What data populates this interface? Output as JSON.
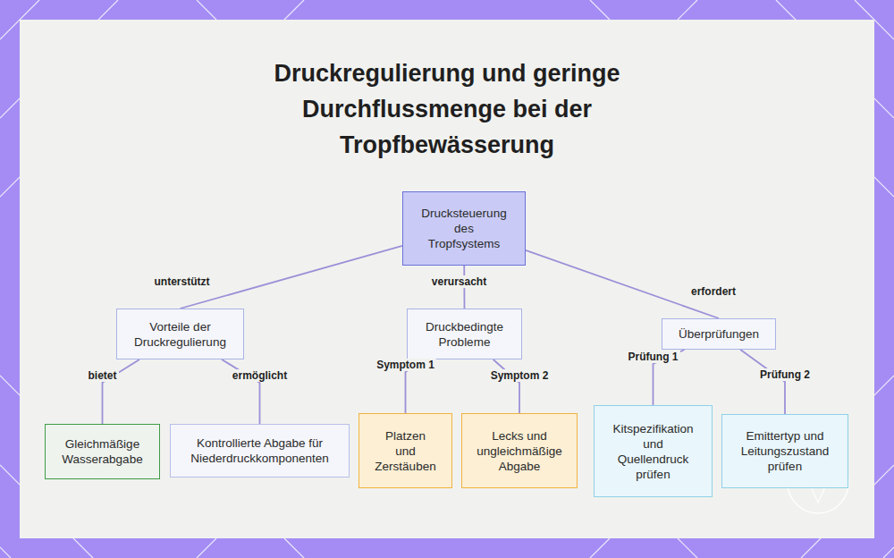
{
  "diagram": {
    "title": "Druckregulierung und geringe Durchflussmenge bei der Tropfbewässerung",
    "nodes": [
      {
        "text": [
          "Drucksteuerung des Tropfsystems"
        ]
      },
      {
        "text": [
          "Vorteile der Druckregulierung"
        ]
      },
      {
        "text": [
          "Druckbedingte Probleme"
        ]
      },
      {
        "text": [
          "Überprüfungen"
        ]
      },
      {
        "text": [
          "Gleichmäßige Wasserabgabe"
        ]
      },
      {
        "text": [
          "Kontrollierte Abgabe für Niederdruckkomponenten"
        ]
      },
      {
        "text": [
          "Platzen und Zerstäuben"
        ]
      },
      {
        "text": [
          "Lecks und ungleichmäßige Abgabe"
        ]
      },
      {
        "text": [
          "Kitspezifikation und Quellendruck prüfen"
        ]
      },
      {
        "text": [
          "Emittertyp und Leitungszustand prüfen"
        ]
      }
    ],
    "edges": [
      {
        "from": 0,
        "to": 1,
        "label": "unterstützt",
        "arrow": "none"
      },
      {
        "from": 0,
        "to": 2,
        "label": "verursacht",
        "arrow": "none"
      },
      {
        "from": 0,
        "to": 3,
        "label": "erfordert",
        "arrow": "none"
      },
      {
        "from": 1,
        "to": 4,
        "label": "bietet",
        "arrow": "none"
      },
      {
        "from": 1,
        "to": 5,
        "label": "ermöglicht",
        "arrow": "none"
      },
      {
        "from": 2,
        "to": 6,
        "label": "Symptom 1",
        "arrow": "none"
      },
      {
        "from": 2,
        "to": 7,
        "label": "Symptom 2",
        "arrow": "none"
      },
      {
        "from": 3,
        "to": 8,
        "label": "Prüfung 1",
        "arrow": "none"
      },
      {
        "from": 3,
        "to": 9,
        "label": "Prüfung 2",
        "arrow": "none"
      }
    ]
  }
}
